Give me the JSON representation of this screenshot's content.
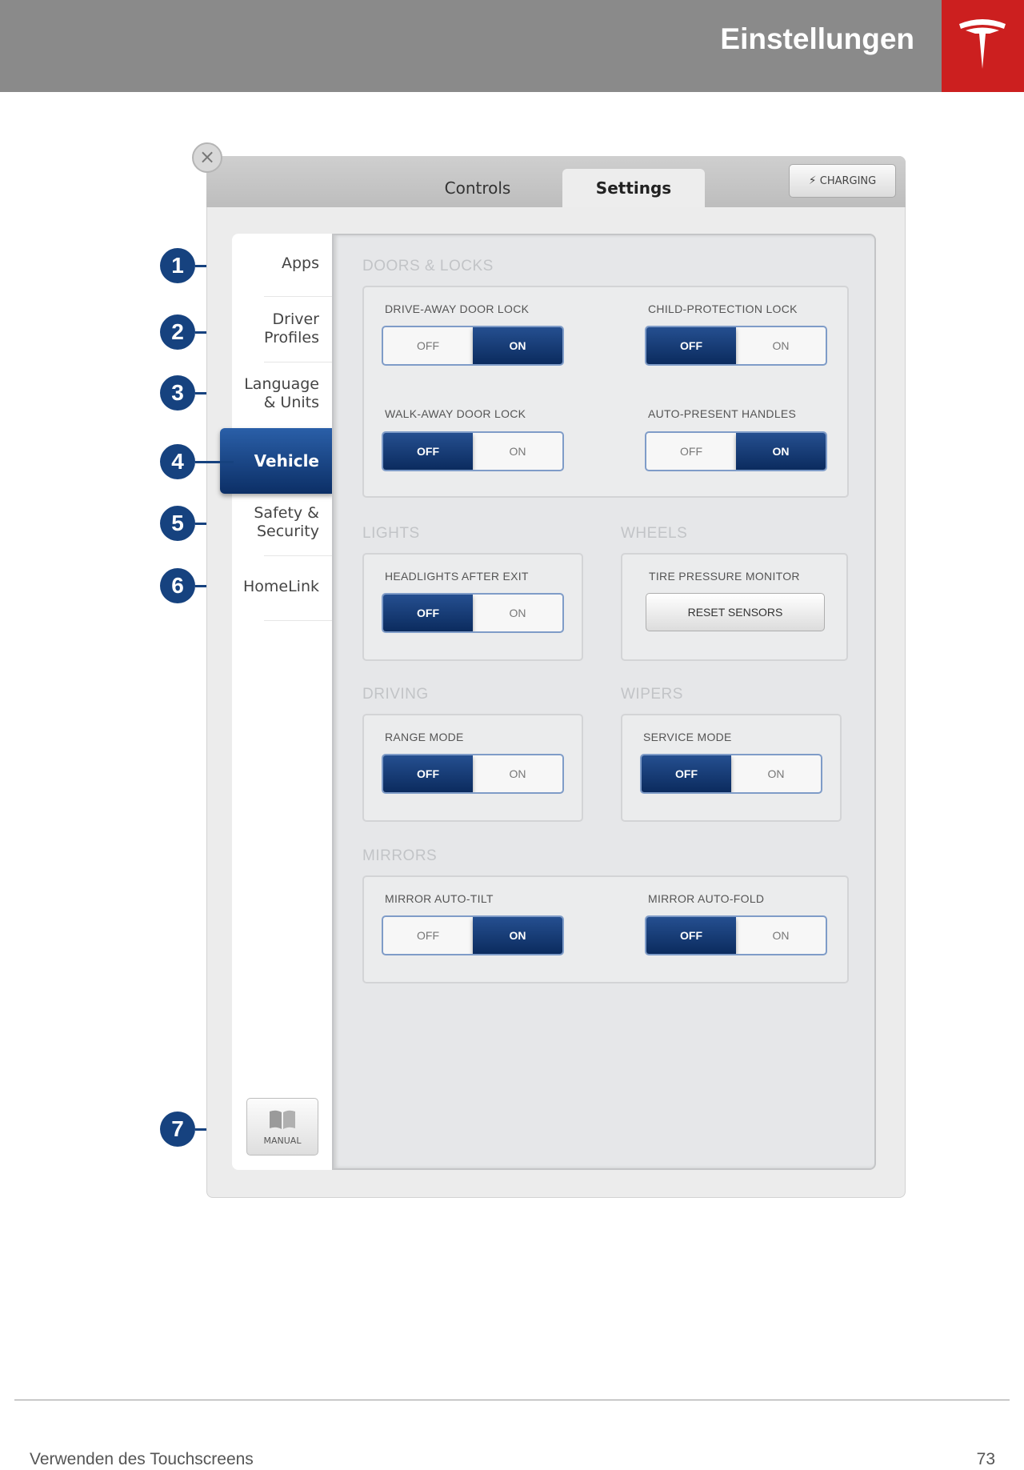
{
  "header": {
    "title": "Einstellungen",
    "logo": "tesla-logo",
    "colors": {
      "bar": "#8a8a8a",
      "logo_bg": "#cc1f1f"
    }
  },
  "tabs": {
    "controls": "Controls",
    "settings": "Settings",
    "charging": "CHARGING"
  },
  "menu": {
    "apps": "Apps",
    "driver_profiles_1": "Driver",
    "driver_profiles_2": "Profiles",
    "language_1": "Language",
    "language_2": "& Units",
    "vehicle": "Vehicle",
    "safety_1": "Safety &",
    "safety_2": "Security",
    "homelink": "HomeLink",
    "manual": "MANUAL"
  },
  "callouts": [
    "1",
    "2",
    "3",
    "4",
    "5",
    "6",
    "7"
  ],
  "accent": "#16427f",
  "sections": {
    "doors": {
      "title": "DOORS & LOCKS",
      "drive_away": {
        "label": "DRIVE-AWAY DOOR LOCK",
        "off": "OFF",
        "on": "ON",
        "state": "ON"
      },
      "child_protection": {
        "label": "CHILD-PROTECTION LOCK",
        "off": "OFF",
        "on": "ON",
        "state": "OFF"
      },
      "walk_away": {
        "label": "WALK-AWAY DOOR LOCK",
        "off": "OFF",
        "on": "ON",
        "state": "OFF"
      },
      "auto_present": {
        "label": "AUTO-PRESENT HANDLES",
        "off": "OFF",
        "on": "ON",
        "state": "ON"
      }
    },
    "lights": {
      "title": "LIGHTS",
      "headlights": {
        "label": "HEADLIGHTS AFTER EXIT",
        "off": "OFF",
        "on": "ON",
        "state": "OFF"
      }
    },
    "wheels": {
      "title": "WHEELS",
      "tire": {
        "label": "TIRE PRESSURE MONITOR",
        "button": "RESET SENSORS"
      }
    },
    "driving": {
      "title": "DRIVING",
      "range": {
        "label": "RANGE MODE",
        "off": "OFF",
        "on": "ON",
        "state": "OFF"
      }
    },
    "wipers": {
      "title": "WIPERS",
      "service": {
        "label": "SERVICE MODE",
        "off": "OFF",
        "on": "ON",
        "state": "OFF"
      }
    },
    "mirrors": {
      "title": "MIRRORS",
      "auto_tilt": {
        "label": "MIRROR AUTO-TILT",
        "off": "OFF",
        "on": "ON",
        "state": "ON"
      },
      "auto_fold": {
        "label": "MIRROR AUTO-FOLD",
        "off": "OFF",
        "on": "ON",
        "state": "OFF"
      }
    }
  },
  "footer": {
    "section": "Verwenden des Touchscreens",
    "page": "73"
  }
}
